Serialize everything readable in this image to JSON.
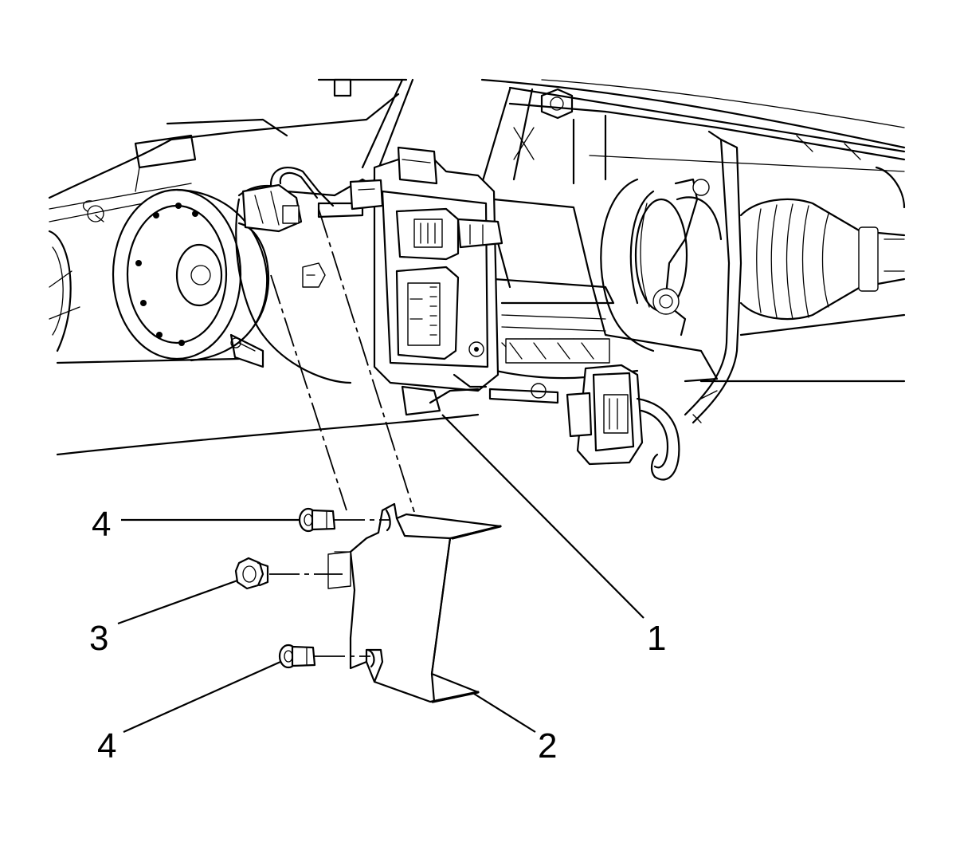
{
  "callouts": {
    "c1": "1",
    "c2": "2",
    "c3": "3",
    "c4_upper": "4",
    "c4_lower": "4"
  }
}
